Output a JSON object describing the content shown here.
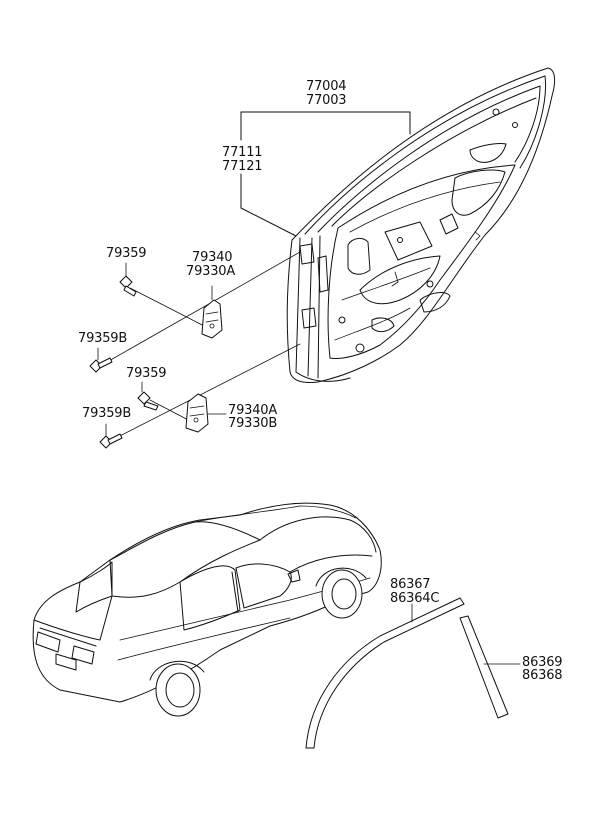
{
  "diagram": {
    "callouts": {
      "door_assembly": [
        "77004",
        "77003"
      ],
      "door_panel": [
        "77111",
        "77121"
      ],
      "upper_bolt": "79359",
      "upper_hinge": [
        "79340",
        "79330A"
      ],
      "upper_bolt_b": "79359B",
      "lower_bolt": "79359",
      "lower_hinge": [
        "79340A",
        "79330B"
      ],
      "lower_bolt_b": "79359B",
      "roof_molding": [
        "86367",
        "86364C"
      ],
      "pillar_molding": [
        "86369",
        "86368"
      ]
    },
    "colors": {
      "line": "#111111",
      "background": "#ffffff"
    }
  }
}
